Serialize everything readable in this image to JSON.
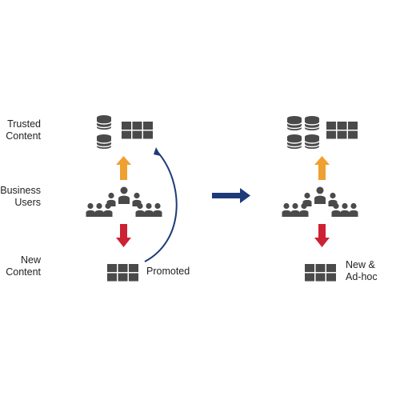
{
  "labels": {
    "trusted": [
      "Trusted",
      "Content"
    ],
    "business": [
      "Business",
      "Users"
    ],
    "new_content": [
      "New",
      "Content"
    ],
    "promoted": "Promoted",
    "new_adhoc": [
      "New &",
      "Ad-hoc"
    ]
  },
  "colors": {
    "icon": "#4a4a4a",
    "up_arrow": "#f0a030",
    "down_arrow": "#cc2233",
    "promote_curve": "#1e3a78",
    "transition_arrow": "#1e3a78"
  },
  "icons": [
    "database-icon",
    "grid-table-icon",
    "people-group-icon"
  ]
}
